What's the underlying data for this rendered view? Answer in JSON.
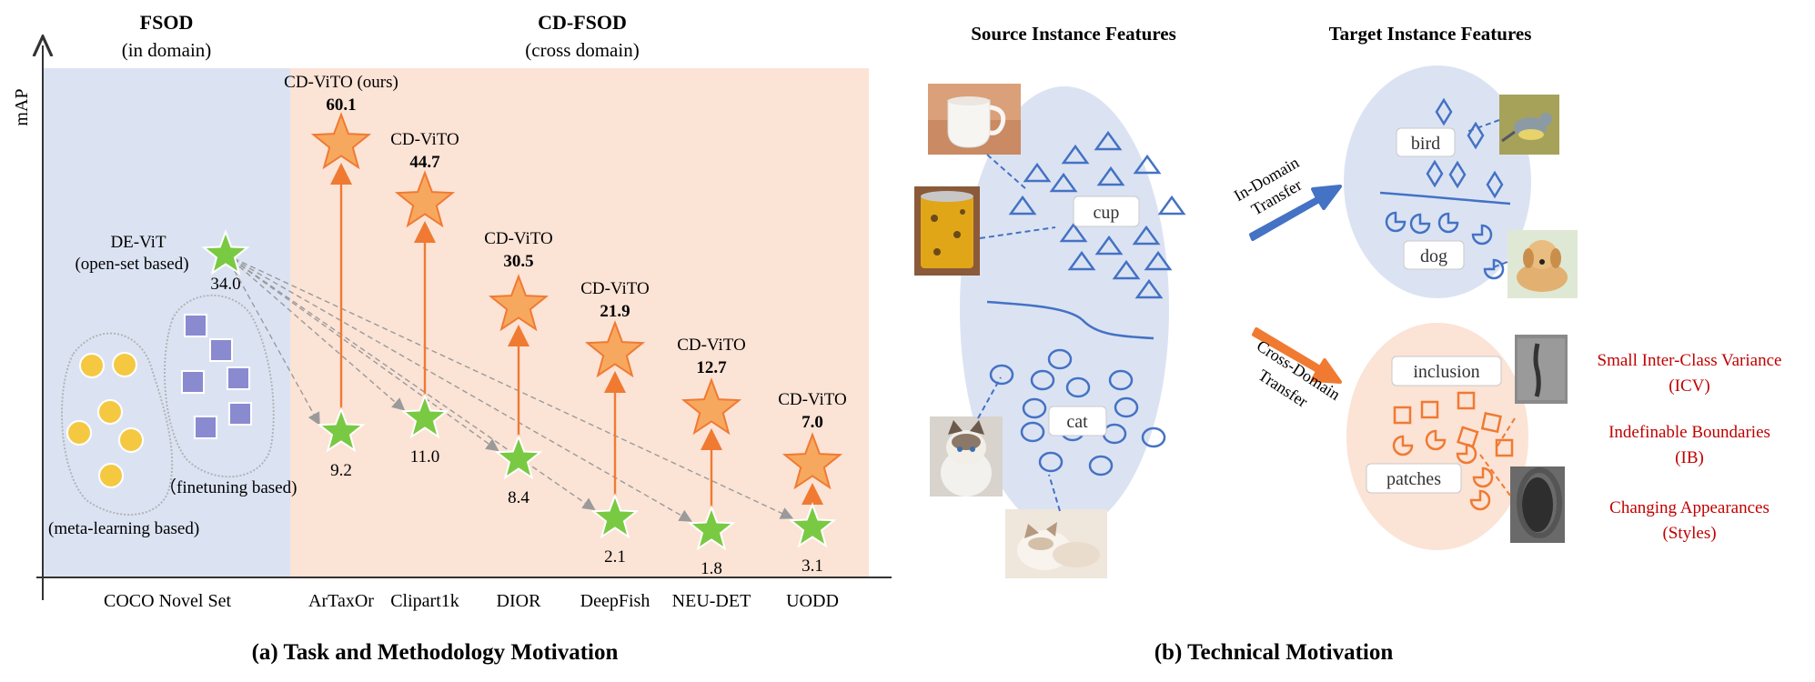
{
  "panel_a": {
    "caption": "(a) Task and Methodology Motivation",
    "y_axis_label": "mAP",
    "fsod_title": "FSOD",
    "fsod_sub": "(in domain)",
    "cdfsod_title": "CD-FSOD",
    "cdfsod_sub": "(cross domain)",
    "coco_label": "COCO Novel Set",
    "devit_name": "DE-ViT",
    "devit_desc": "(open-set based)",
    "devit_value": "34.0",
    "finetune_label": "（finetuning based)",
    "meta_label": "(meta-learning based)",
    "columns": [
      {
        "dataset": "ArTaxOr",
        "cdvito_label": "CD-ViTO (ours)",
        "cdvito_value": "60.1",
        "devit_value": "9.2"
      },
      {
        "dataset": "Clipart1k",
        "cdvito_label": "CD-ViTO",
        "cdvito_value": "44.7",
        "devit_value": "11.0"
      },
      {
        "dataset": "DIOR",
        "cdvito_label": "CD-ViTO",
        "cdvito_value": "30.5",
        "devit_value": "8.4"
      },
      {
        "dataset": "DeepFish",
        "cdvito_label": "CD-ViTO",
        "cdvito_value": "21.9",
        "devit_value": "2.1"
      },
      {
        "dataset": "NEU-DET",
        "cdvito_label": "CD-ViTO",
        "cdvito_value": "12.7",
        "devit_value": "1.8"
      },
      {
        "dataset": "UODD",
        "cdvito_label": "CD-ViTO",
        "cdvito_value": "7.0",
        "devit_value": "3.1"
      }
    ]
  },
  "panel_b": {
    "caption": "(b)  Technical Motivation",
    "source_title": "Source Instance Features",
    "target_title": "Target Instance Features",
    "cup": "cup",
    "cat": "cat",
    "bird": "bird",
    "dog": "dog",
    "inclusion": "inclusion",
    "patches": "patches",
    "in_domain_1": "In-Domain",
    "in_domain_2": "Transfer",
    "cross_domain_1": "Cross-Domain",
    "cross_domain_2": "Transfer",
    "challenges": [
      {
        "line1": "Small Inter-Class Variance",
        "line2": "(ICV)"
      },
      {
        "line1": "Indefinable Boundaries",
        "line2": "(IB)"
      },
      {
        "line1": "Changing Appearances",
        "line2": "(Styles)"
      }
    ]
  },
  "colors": {
    "in_domain_bg": "#dbe3f3",
    "cross_domain_bg": "#fbe3d6",
    "devit_star": "#7ac943",
    "cdvito_star": "#f7a85f",
    "orange": "#f07a32",
    "blue": "#4472c4",
    "red": "#c00000"
  }
}
